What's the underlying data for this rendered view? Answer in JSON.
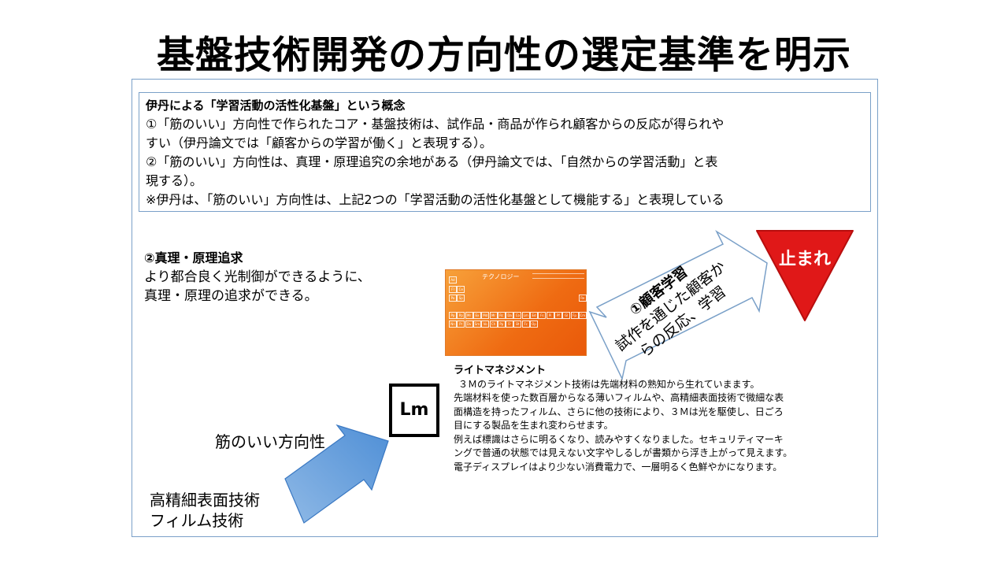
{
  "slide": {
    "title": "基盤技術開発の方向性の選定基準を明示"
  },
  "concept": {
    "heading": "伊丹による「学習活動の活性化基盤」という概念",
    "lines": [
      "①「筋のいい」方向性で作られたコア・基盤技術は、試作品・商品が作られ顧客からの反応が得られや",
      "すい（伊丹論文では「顧客からの学習が働く」と表現する）。",
      "②「筋のいい」方向性は、真理・原理追究の余地がある（伊丹論文では、「自然からの学習活動」と表",
      "現する）。",
      "※伊丹は、「筋のいい」方向性は、上記2つの「学習活動の活性化基盤として機能する」と表現している"
    ]
  },
  "truth": {
    "heading": "②真理・原理追求",
    "lines": [
      "より都合良く光制御ができるように、",
      "真理・原理の追求ができる。"
    ]
  },
  "periodic": {
    "title": "テクノロジー",
    "cells": [
      "Ad",
      "Fl",
      "Ce",
      "Pa",
      "Sp",
      "Re",
      "Pp",
      "Pp",
      "Mr",
      "Ex",
      "Md",
      "Mr",
      "Rc",
      "Da",
      "Co",
      "Lm",
      "Ed",
      "Fs",
      "Pi",
      "Pf",
      "Gl",
      "Fp",
      "Cm",
      "Nn",
      "Pr",
      "Dv",
      "Sm",
      "Vo",
      "Ch",
      "Pp",
      "Fr",
      "Bt",
      "Fc",
      "Op"
    ],
    "colors": {
      "base": "#ef6b12",
      "light": "#f7a13a"
    }
  },
  "lm": {
    "label": "Lm"
  },
  "lightmgmt": {
    "heading": "ライトマネジメント",
    "lines": [
      "３Ｍのライトマネジメント技術は先端材料の熟知から生れていまます。",
      "先端材料を使った数百層からなる薄いフィルムや、高精細表面技術で微細な表",
      "面構造を持ったフィルム、さらに他の技術により、３Ｍは光を駆使し、日ごろ",
      "目にする製品を生まれ変わらせます。",
      "例えば標識はさらに明るくなり、読みやすくなりました。セキュリティマーキ",
      "ングで普通の状態では見えない文字やしるしが書類から浮き上がって見えます。",
      "電子ディスプレイはより少ない消費電力で、一層明るく色鮮やかになります。"
    ]
  },
  "direction": {
    "label": "筋のいい方向性"
  },
  "tech": {
    "lines": [
      "高精細表面技術",
      "フィルム技術"
    ]
  },
  "stop": {
    "label": "止まれ",
    "color": "#e01818"
  },
  "feedback": {
    "heading": "①顧客学習",
    "lines": [
      "試作を通じた顧客か",
      "らの反応、学習"
    ]
  },
  "colors": {
    "frame": "#7aa0c8",
    "arrow_blue": "#5b9bd5"
  }
}
